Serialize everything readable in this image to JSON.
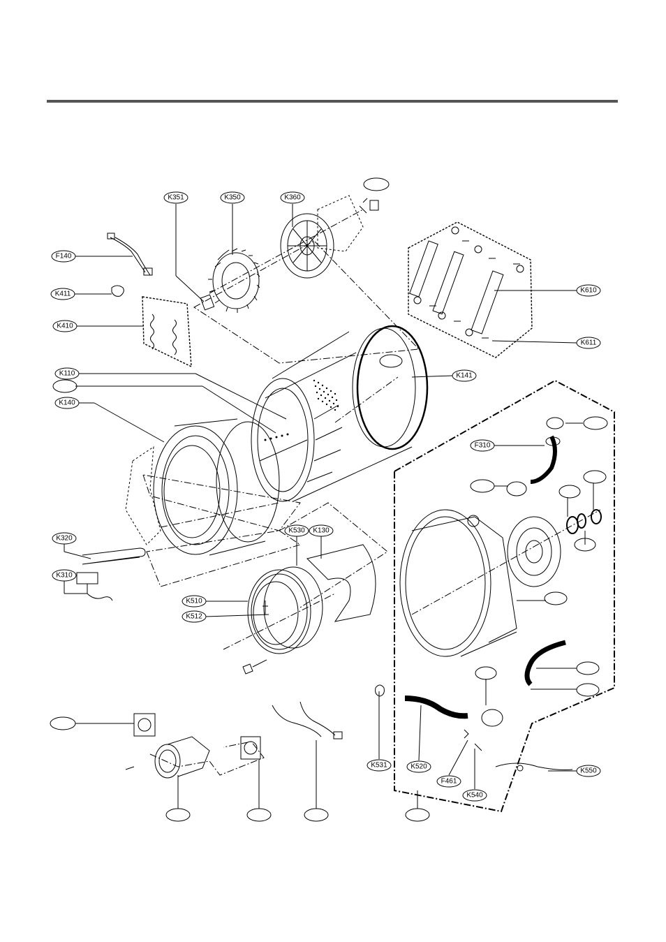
{
  "labels": {
    "k351": "K351",
    "k350": "K350",
    "k360": "K360",
    "f140": "F140",
    "k411": "K411",
    "k410": "K410",
    "k610": "K610",
    "k611": "K611",
    "k110": "K110",
    "k141": "K141",
    "k140": "K140",
    "f310": "F310",
    "k530": "K530",
    "k130": "K130",
    "k320": "K320",
    "k310": "K310",
    "k510": "K510",
    "k512": "K512",
    "k531": "K531",
    "k520": "K520",
    "f461": "F461",
    "k540": "K540",
    "k550": "K550"
  },
  "colors": {
    "ink": "#000000",
    "rule": "#555555"
  }
}
